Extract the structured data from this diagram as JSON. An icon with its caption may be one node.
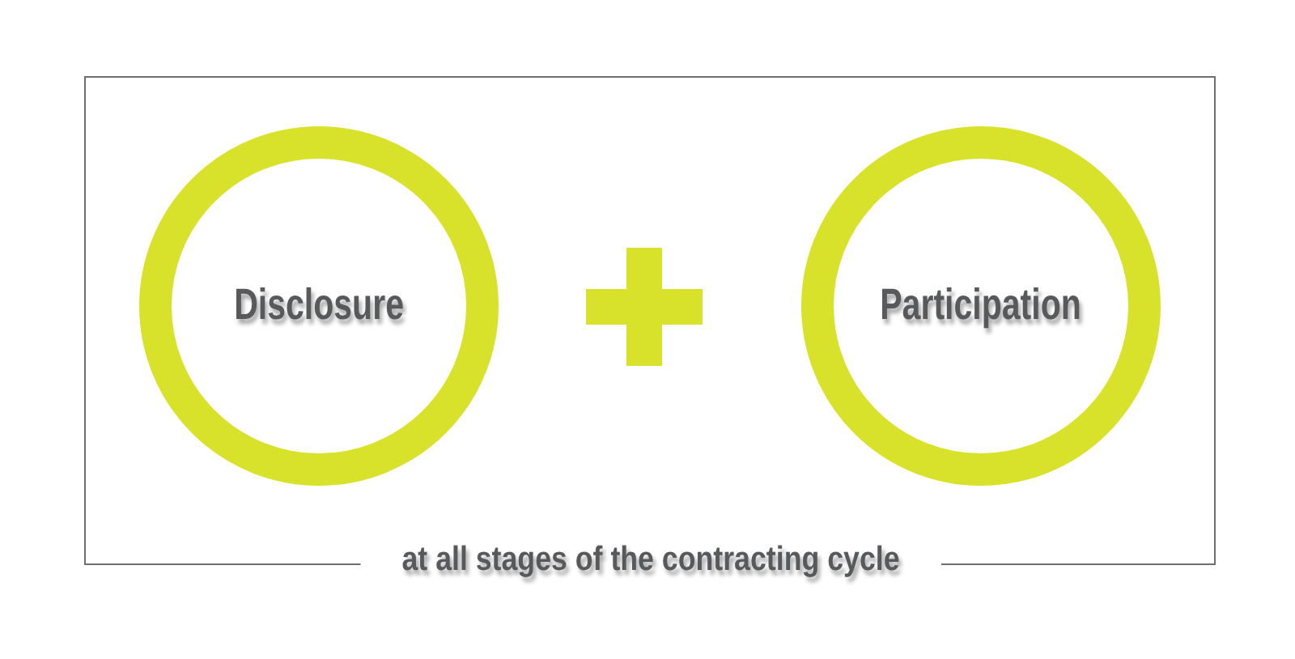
{
  "diagram": {
    "nodes": [
      {
        "text": [
          "at all stages of the contracting cycle"
        ]
      },
      {
        "text": [
          "Disclosure"
        ],
        "in": 0
      },
      {
        "text": [
          "Participation"
        ],
        "in": 0
      }
    ]
  }
}
